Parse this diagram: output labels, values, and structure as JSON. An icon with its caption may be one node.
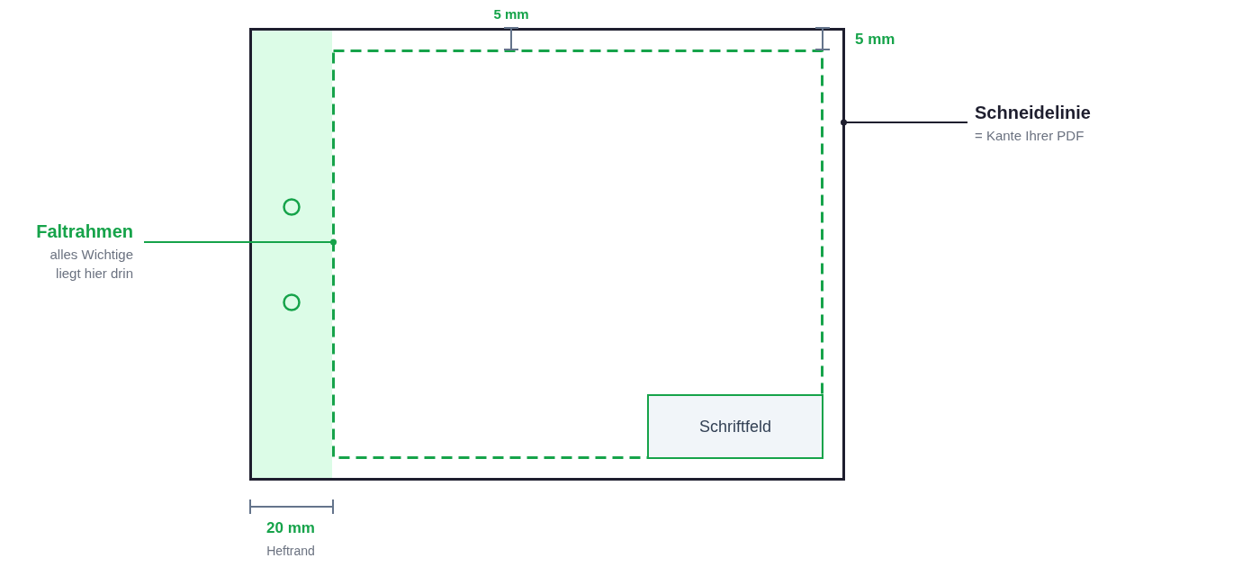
{
  "diagram": {
    "nodes": [
      {
        "text": [],
        "shape": "box"
      },
      {
        "text": [],
        "shape": "box",
        "in": 0
      },
      {
        "text": [
          "Schriftfeld"
        ],
        "in": 1
      },
      {
        "text": [
          "Schneidelinie",
          "= Kante Ihrer PDF"
        ]
      },
      {
        "text": [
          "Faltrahmen",
          "alles Wichtige liegt hier drin"
        ]
      }
    ],
    "edges": [
      {
        "from": 3,
        "to": 0,
        "arrow": "other",
        "color": "#1e1e2e"
      },
      {
        "from": 4,
        "to": 1,
        "arrow": "other",
        "color": "#16a34a"
      }
    ],
    "labels": [
      "5 mm",
      "5 mm",
      "20 mm",
      "Heftrand"
    ]
  }
}
